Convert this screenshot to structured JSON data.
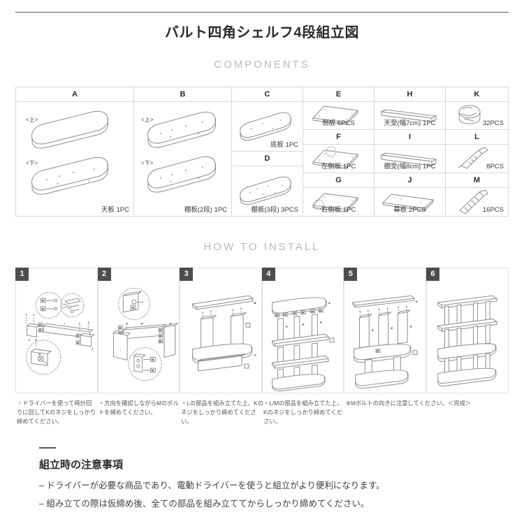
{
  "document": {
    "title": "バルト四角シェルフ4段組立図",
    "sections": {
      "components": "COMPONENTS",
      "howto": "HOW TO INSTALL"
    }
  },
  "components": {
    "col_a": {
      "letter": "A",
      "label": "天板 1PC",
      "mark_top": "<上>",
      "mark_bottom": "<下>"
    },
    "col_b": {
      "letter": "B",
      "label": "棚板(2段) 1PC",
      "mark_top": "<上>",
      "mark_bottom": "<下>"
    },
    "col_c": {
      "letter": "C",
      "label": "底板 1PC"
    },
    "col_d": {
      "letter": "D",
      "label": "棚板(3段) 3PCS"
    },
    "col_e": {
      "letter": "E",
      "label": "側板 6PCS"
    },
    "col_f": {
      "letter": "F",
      "label": "左側板 1PC"
    },
    "col_g": {
      "letter": "G",
      "label": "右側板 1PC"
    },
    "col_h": {
      "letter": "H",
      "label": "天受(幅7cm) 1PC"
    },
    "col_i": {
      "letter": "I",
      "label": "棚受(幅8cm) 1PC"
    },
    "col_j": {
      "letter": "J",
      "label": "幕板 2PCS"
    },
    "col_k": {
      "letter": "K",
      "label": "32PCS"
    },
    "col_l": {
      "letter": "L",
      "label": "8PCS"
    },
    "col_m": {
      "letter": "M",
      "label": "16PCS"
    }
  },
  "steps": [
    {
      "number": "1",
      "caption": "・ドライバーを使って時計回りに回してKのネジをしっかり締めてください。"
    },
    {
      "number": "2",
      "caption": "・方向を確認しながらMのボルトを締めてください。"
    },
    {
      "number": "3",
      "caption": "・Lの部品を組み立てた上、Kのネジをしっかり締めてください。"
    },
    {
      "number": "4",
      "caption": "・L/Mの部品を組み立てた上、Kのネジをしっかり締めてください。"
    },
    {
      "number": "5",
      "caption": "※Mボルトの向きに注意してください。＜完成＞"
    },
    {
      "number": "6",
      "caption": ""
    }
  ],
  "notes": {
    "heading": "組立時の注意事項",
    "line1": "– ドライバーが必要な商品であり、電動ドライバーを使うと組立がより便利になります。",
    "line2": "– 組み立ての際は仮締め後、全ての部品を組み立ててからしっかり締めてください。"
  },
  "colors": {
    "title": "#2b2b2b",
    "section_header": "#b9b9b9",
    "badge": "#4d4d4d",
    "grid": "#d8d8d8",
    "line_art": "#8c8c8c"
  }
}
